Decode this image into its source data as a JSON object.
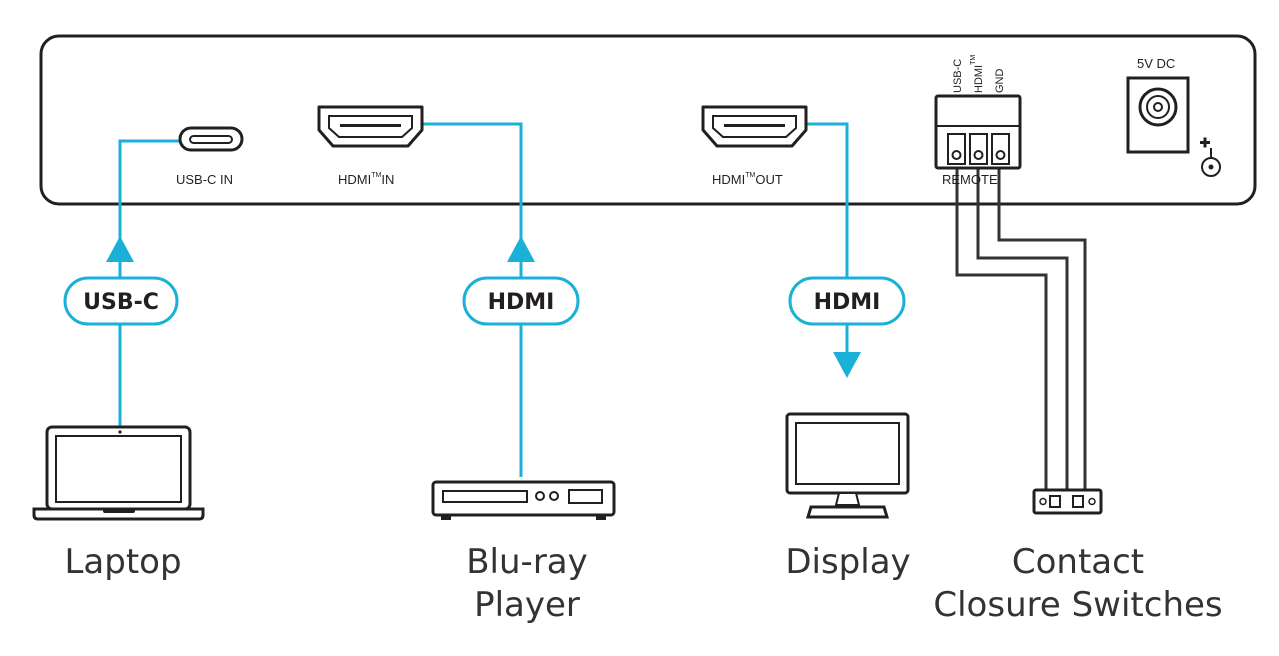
{
  "colors": {
    "cable": "#1ab0d8",
    "wire": "#333333",
    "outline": "#231f20",
    "background": "#ffffff"
  },
  "panel": {
    "ports": {
      "usbc_in": "USB-C IN",
      "hdmi_in_prefix": "HDMI",
      "hdmi_in_tm": "TM",
      "hdmi_in_suffix": "IN",
      "hdmi_out_prefix": "HDMI",
      "hdmi_out_tm": "TM",
      "hdmi_out_suffix": "OUT",
      "power": "5V DC",
      "remote": "REMOTE"
    },
    "terminal_pins": [
      "USB-C",
      "HDMI",
      "GND"
    ],
    "terminal_pin_tm": "TM"
  },
  "cables": {
    "usbc": "USB-C",
    "hdmi_in": "HDMI",
    "hdmi_out": "HDMI"
  },
  "devices": {
    "laptop": "Laptop",
    "bluray_line1": "Blu-ray",
    "bluray_line2": "Player",
    "display": "Display",
    "switches_line1": "Contact",
    "switches_line2": "Closure Switches"
  },
  "icons": [
    "usb-c-port-icon",
    "hdmi-port-icon",
    "terminal-block-icon",
    "dc-jack-icon",
    "polarity-icon",
    "laptop-icon",
    "bluray-player-icon",
    "display-icon",
    "contact-switch-icon"
  ]
}
